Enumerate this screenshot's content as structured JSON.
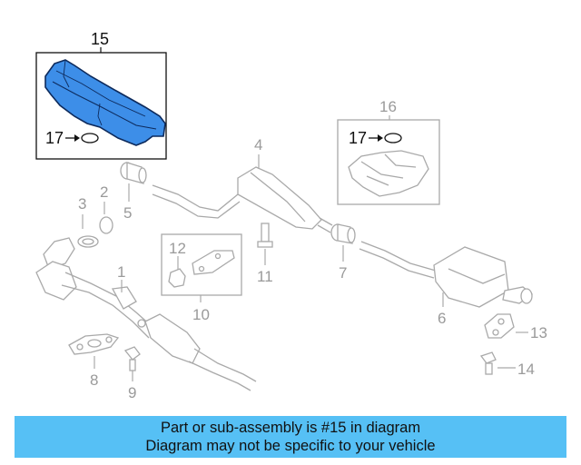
{
  "callouts": {
    "n1": "1",
    "n2": "2",
    "n3": "3",
    "n4": "4",
    "n5": "5",
    "n6": "6",
    "n7": "7",
    "n8": "8",
    "n9": "9",
    "n10": "10",
    "n11": "11",
    "n12": "12",
    "n13": "13",
    "n14": "14",
    "n15": "15",
    "n16": "16",
    "n17a": "17",
    "n17b": "17"
  },
  "banner": {
    "line1": "Part or sub-assembly is #15 in diagram",
    "line2": "Diagram may not be specific to your vehicle"
  },
  "colors": {
    "highlight_part": "#3d8ee8",
    "banner_background": "#56c0f5",
    "callout_gray": "#9a9a9a"
  }
}
